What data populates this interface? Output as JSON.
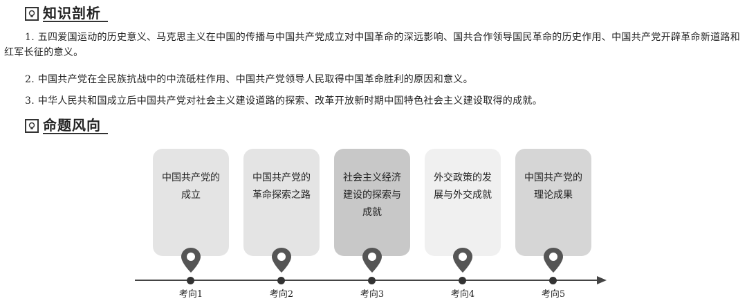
{
  "sections": {
    "knowledge": {
      "title": "知识剖析",
      "icon": "lightbulb-icon"
    },
    "direction": {
      "title": "命题风向",
      "icon": "lightbulb-icon"
    }
  },
  "paragraphs": [
    "1. 五四爱国运动的历史意义、马克思主义在中国的传播与中国共产党成立对中国革命的深远影响、国共合作领导国民革命的历史作用、中国共产党开辟革命新道路和红军长征的意义。",
    "2. 中国共产党在全民族抗战中的中流砥柱作用、中国共产党领导人民取得中国革命胜利的原因和意义。",
    "3. 中华人民共和国成立后中国共产党对社会主义建设道路的探索、改革开放新时期中国特色社会主义建设取得的成就。"
  ],
  "timeline": {
    "cards": [
      {
        "text": "中国共产党的成立",
        "color": "#e4e4e4"
      },
      {
        "text": "中国共产党的革命探索之路",
        "color": "#e4e4e4"
      },
      {
        "text": "社会主义经济建设的探索与成就",
        "color": "#c8c8c8"
      },
      {
        "text": "外交政策的发展与外交成就",
        "color": "#f0f0f0"
      },
      {
        "text": "中国共产党的理论成果",
        "color": "#d6d6d6"
      }
    ],
    "labels": [
      "考向1",
      "考向2",
      "考向3",
      "考向4",
      "考向5"
    ],
    "pin_icon": "map-pin-icon",
    "pin_color": "#555555"
  }
}
